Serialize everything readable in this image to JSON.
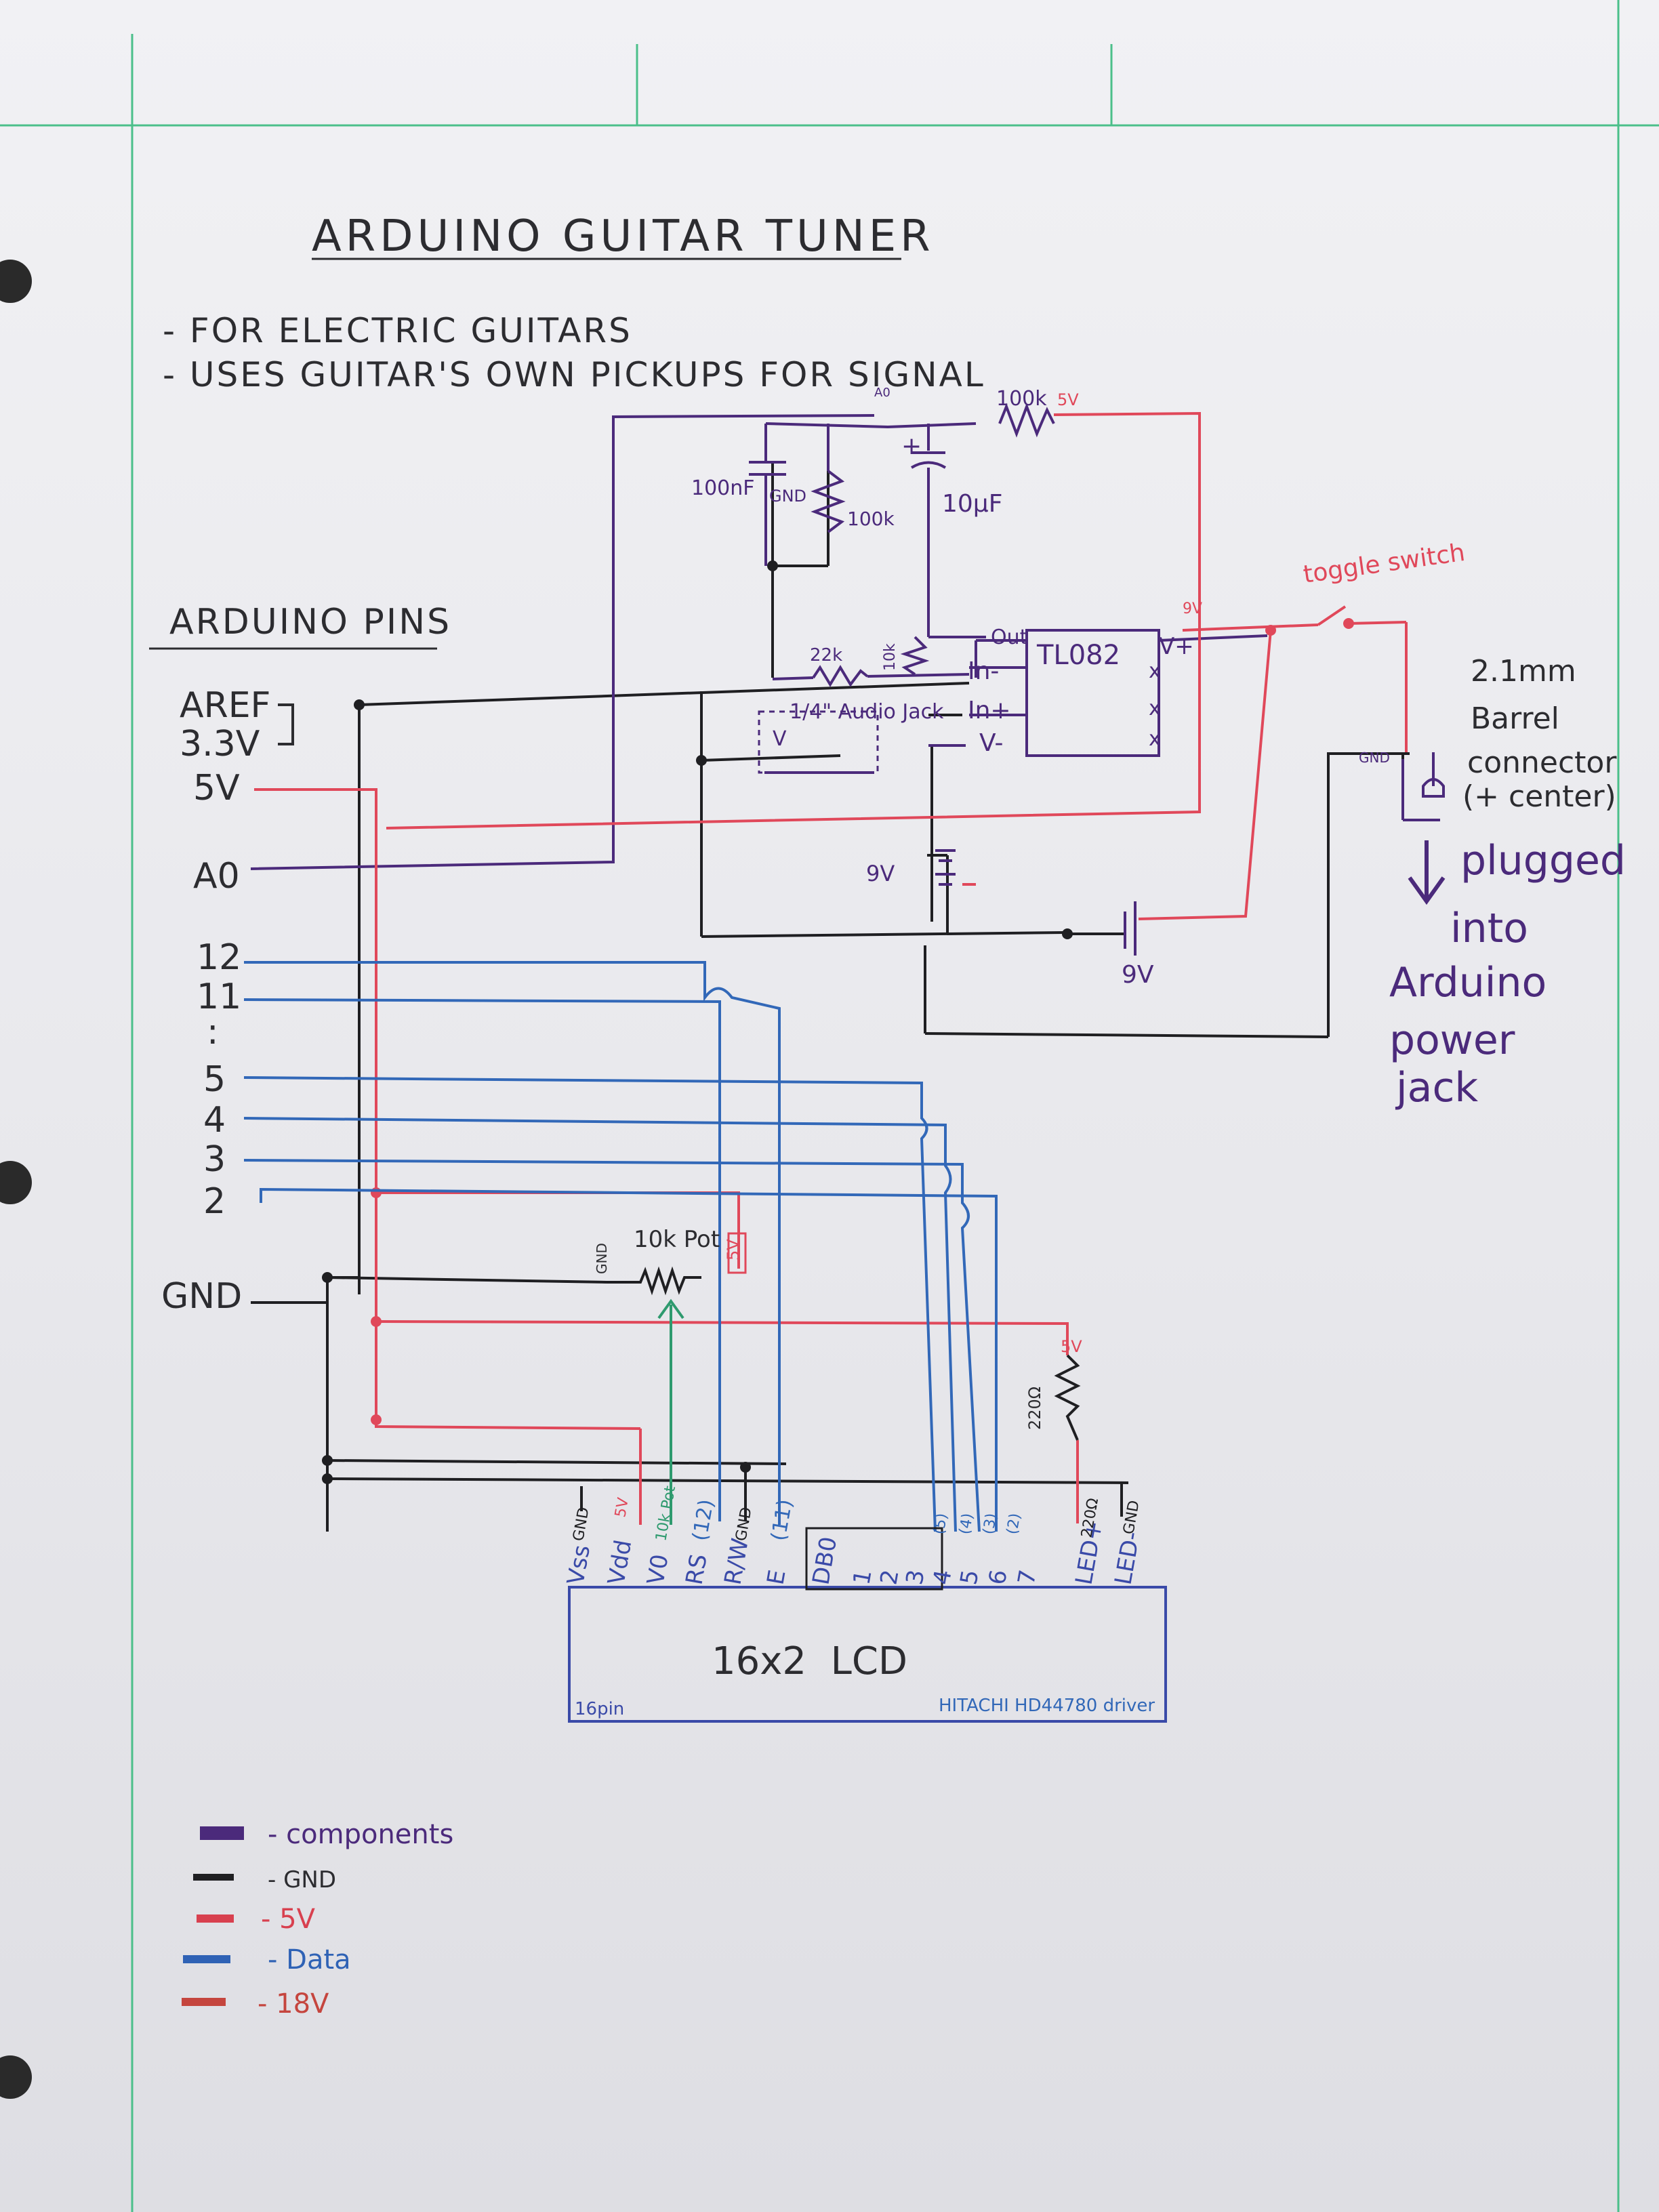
{
  "title": "ARDUINO GUITAR TUNER",
  "notes": [
    "- FOR ELECTRIC GUITARS",
    "- USES GUITAR'S OWN PICKUPS FOR SIGNAL"
  ],
  "pins_header": "ARDUINO PINS",
  "pins": {
    "aref": "AREF",
    "v33": "3.3V",
    "v5": "5V",
    "a0": "A0",
    "p12": "12",
    "p11": "11",
    "dots": ":",
    "p5": "5",
    "p4": "4",
    "p3": "3",
    "p2": "2",
    "gnd": "GND"
  },
  "components": {
    "cap100nf": "100nF",
    "gnd_label": "GND",
    "r100k": "100k",
    "r100k_top": "100k",
    "v5_top": "5V",
    "cap10uf": "10µF",
    "plus": "+",
    "a0_small": "A0",
    "r22k": "22k",
    "r10k_small": "10k",
    "out": "Out",
    "in_minus": "In-",
    "in_plus": "In+",
    "v_minus": "V-",
    "opamp": "TL082",
    "vplus": "V+",
    "v9": "9V",
    "xs": [
      "x",
      "x",
      "x"
    ],
    "audio_jack": "1/4\" Audio Jack",
    "jack_v": "V",
    "battery1": "9V",
    "battery2": "9V",
    "toggle": "toggle switch",
    "barrel": [
      "2.1mm",
      "Barrel",
      "connector",
      "(+ center)"
    ],
    "barrel_gnd": "GND",
    "plugged": [
      "plugged",
      "into",
      "Arduino",
      "power",
      "jack"
    ],
    "pot": "10k Pot",
    "pot_gnd": "GND",
    "pot_5v": "5V",
    "r220": "220Ω",
    "r220_5v": "5V"
  },
  "lcd": {
    "label": "16x2  LCD",
    "pins_count": "16pin",
    "driver": "HITACHI HD44780 driver",
    "pin_names": [
      "Vss",
      "Vdd",
      "V0",
      "RS",
      "R/W",
      "E",
      "DB0",
      "1",
      "2",
      "3",
      "4",
      "5",
      "6",
      "7",
      "LED+",
      "LED-"
    ],
    "top_labels": [
      "GND",
      "5V",
      "10k Pot",
      "(12)",
      "GND",
      "(11)",
      "(5)",
      "(4)",
      "(3)",
      "(2)",
      "220Ω",
      "GND"
    ]
  },
  "legend": [
    {
      "text": "- components",
      "color": "#4b2a7b"
    },
    {
      "text": "- GND",
      "color": "#1f1f22"
    },
    {
      "text": "- 5V",
      "color": "#d8404f"
    },
    {
      "text": "- Data",
      "color": "#2f62b5"
    },
    {
      "text": "- 18V",
      "color": "#c5453e"
    }
  ],
  "colors": {
    "purple": "#4b2a7b",
    "black": "#1f1f22",
    "red": "#e0485a",
    "blue": "#3268b8",
    "green": "#2e9a6e",
    "margin": "#4bbf8a"
  }
}
